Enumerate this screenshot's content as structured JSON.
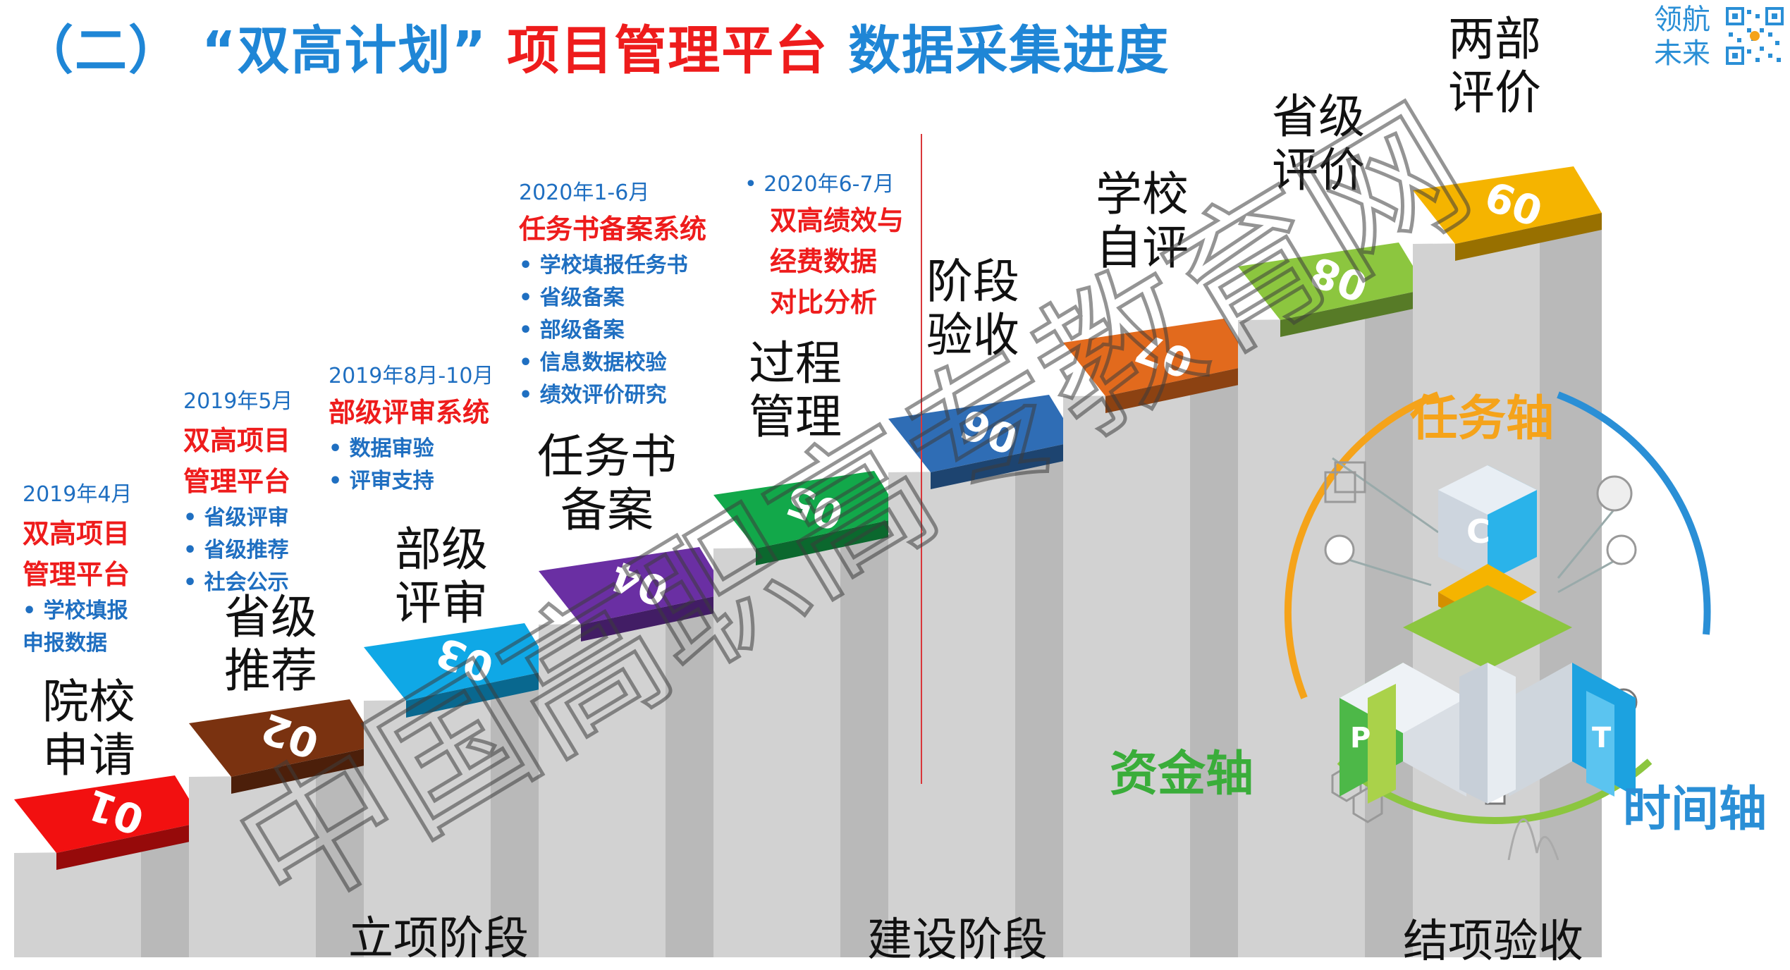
{
  "title": {
    "part1": "（二）",
    "part2": "“双高计划”",
    "part3": "项目管理平台",
    "part4": "数据采集进度"
  },
  "logo": {
    "line1": "领航",
    "line2": "未来"
  },
  "steps": [
    {
      "num": "01",
      "label": "院校\n申请",
      "color": "#f21010"
    },
    {
      "num": "02",
      "label": "省级\n推荐",
      "color": "#7a3210"
    },
    {
      "num": "03",
      "label": "部级\n评审",
      "color": "#0fa8e6"
    },
    {
      "num": "04",
      "label": "任务书\n备案",
      "color": "#6a2fa3"
    },
    {
      "num": "05",
      "label": "过程\n管理",
      "color": "#12a84a"
    },
    {
      "num": "06",
      "label": "阶段\n验收",
      "color": "#2f6db5"
    },
    {
      "num": "07",
      "label": "学校\n自评",
      "color": "#e26a1d"
    },
    {
      "num": "08",
      "label": "省级\n评价",
      "color": "#8cc63f"
    },
    {
      "num": "09",
      "label": "两部\n评价",
      "color": "#f5b400"
    }
  ],
  "annotations": [
    {
      "date": "2019年4月",
      "system": "双高项目\n管理平台",
      "items": [
        "学校填报\n申报数据"
      ]
    },
    {
      "date": "2019年5月",
      "system": "双高项目\n管理平台",
      "items": [
        "省级评审",
        "省级推荐",
        "社会公示"
      ]
    },
    {
      "date": "2019年8月-10月",
      "system": "部级评审系统",
      "items": [
        "数据审验",
        "评审支持"
      ]
    },
    {
      "date": "2020年1-6月",
      "system": "任务书备案系统",
      "items": [
        "学校填报任务书",
        "省级备案",
        "部级备案",
        "信息数据校验",
        "绩效评价研究"
      ]
    },
    {
      "date": "2020年6-7月",
      "system": "双高绩效与\n经费数据\n对比分析",
      "items": []
    }
  ],
  "phases": [
    "立项阶段",
    "建设阶段",
    "结项验收"
  ],
  "axes": {
    "task": "任务轴",
    "funding": "资金轴",
    "time": "时间轴",
    "task_color": "#f5a31a",
    "funding_color": "#3aad3a",
    "time_color": "#2a8fd6"
  },
  "cube_letters": [
    "C",
    "P",
    "T"
  ],
  "watermark": "中国高职高专教育网"
}
